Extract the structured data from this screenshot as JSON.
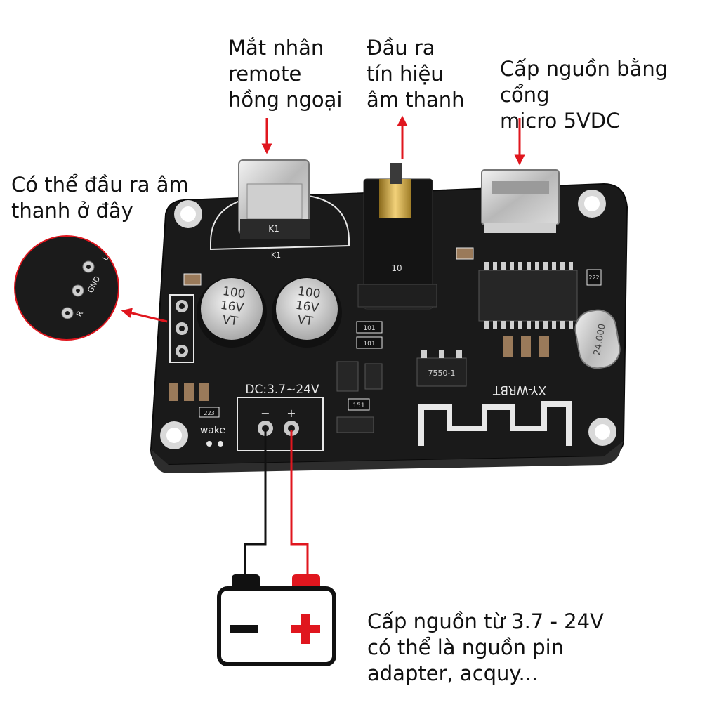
{
  "labels": {
    "ir_receiver": "Mắt nhân\nremote\nhồng ngoại",
    "audio_out": "Đầu ra\ntín hiệu\nâm thanh",
    "micro_usb": "Cấp nguồn bằng cổng\nmicro 5VDC",
    "alt_audio": "Có thể đầu ra âm\nthanh ở đây",
    "power_input": "Cấp nguồn từ 3.7 - 24V\ncó thể là nguồn pin\nadapter, acquy..."
  },
  "board": {
    "model": "XY-WRBT",
    "dc_rating": "DC:3.7~24V",
    "cap_value": "100",
    "cap_voltage": "16V",
    "cap_series": "VT",
    "crystal": "24.000",
    "minus": "−",
    "plus": "+",
    "wake": "wake",
    "k1": "K1",
    "regulator": "7550-1",
    "jack_num": "10",
    "res_101": "101",
    "res_151": "151",
    "res_222": "222",
    "res_223": "223"
  },
  "zoom_pins": {
    "l": "L",
    "gnd": "GND",
    "r": "R"
  },
  "battery": {
    "minus": "−",
    "plus": "+"
  },
  "colors": {
    "arrow": "#e0161e",
    "pcb": "#1c1c1c",
    "silk": "#e8e8e8",
    "wire_pos": "#e0161e",
    "wire_neg": "#111111"
  }
}
